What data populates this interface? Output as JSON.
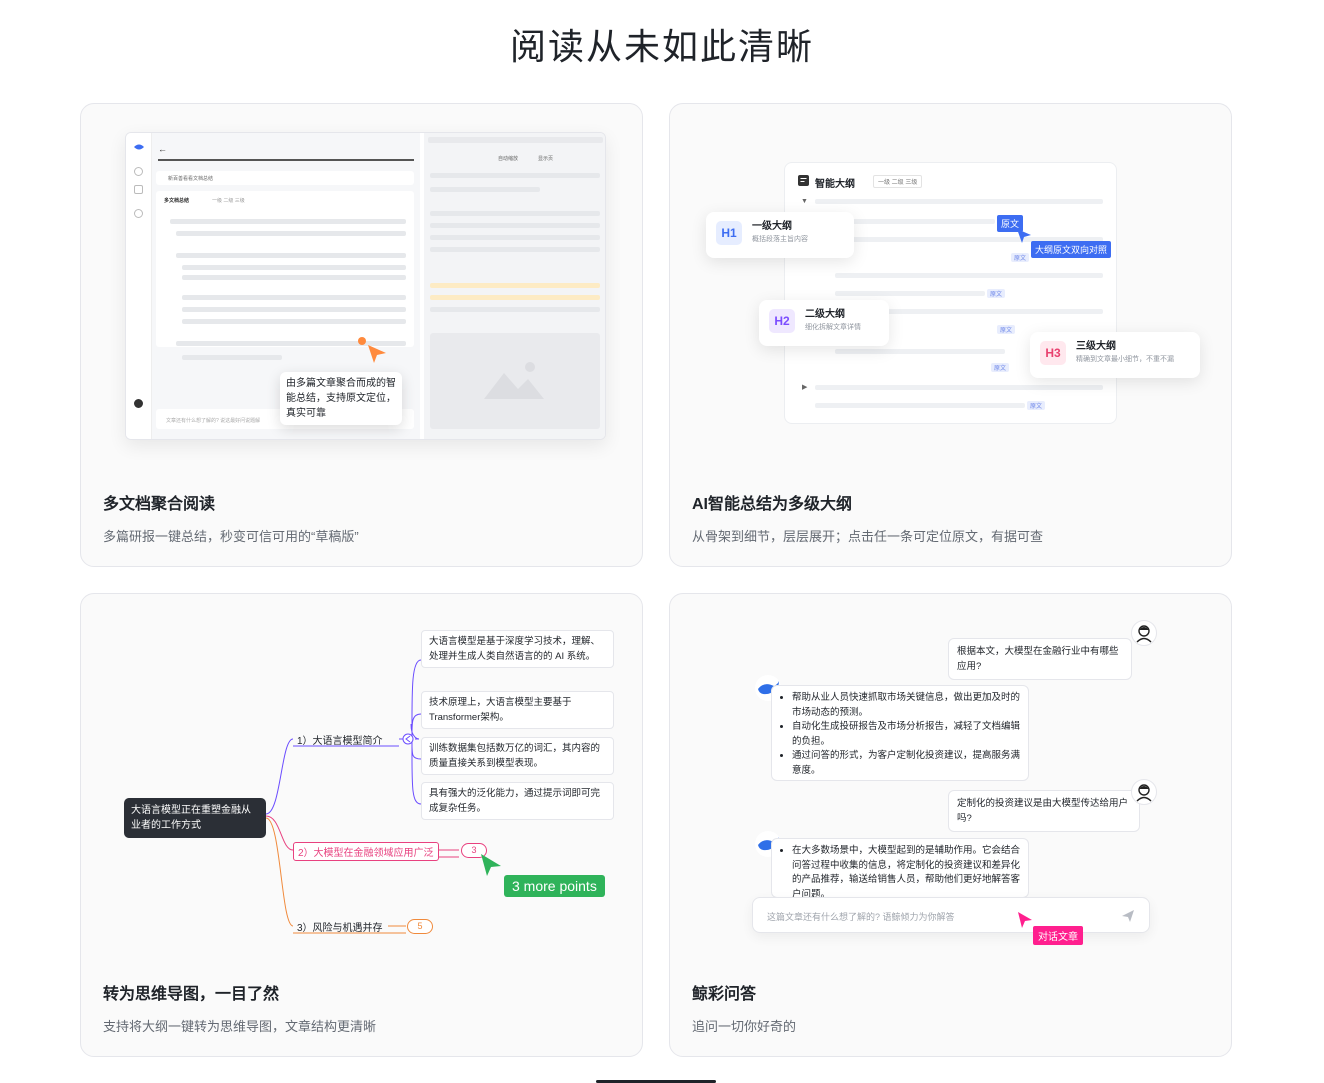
{
  "title": "阅读从未如此清晰",
  "cards": [
    {
      "title": "多文档聚合阅读",
      "desc": "多篇研报一键总结，秒变可信可用的“草稿版”",
      "tooltip": "由多篇文章聚合而成的智能总结，支持原文定位，真实可靠",
      "mock": {
        "doc_title": "新百善看看文档总结",
        "summary_label": "多文档总结",
        "levels": "一级  二级  三级",
        "input_placeholder": "文章还有什么想了解的? 说这最好问说题解",
        "toolbar_1": "自动缩放",
        "toolbar_2": "显示页"
      }
    },
    {
      "title": "AI智能总结为多级大纲",
      "desc": "从骨架到细节，层层展开；点击任一条可定位原文，有据可查",
      "outline_title": "智能大纲",
      "levels": "一级  二级  三级",
      "source_tag": "原文",
      "bidir_tag": "大纲原文双向对照",
      "headings": [
        {
          "badge": "H1",
          "name": "一级大纲",
          "sub": "概括段落主旨内容"
        },
        {
          "badge": "H2",
          "name": "二级大纲",
          "sub": "细化拆解文章详情"
        },
        {
          "badge": "H3",
          "name": "三级大纲",
          "sub": "精确到文章最小细节，不重不漏"
        }
      ],
      "colors": {
        "h1": "#3d6df2",
        "h2": "#7b4dff",
        "h3": "#e8416f"
      }
    },
    {
      "title": "转为思维导图，一目了然",
      "desc": "支持将大纲一键转为思维导图，文章结构更清晰",
      "root": "大语言模型正在重塑金融从业者的工作方式",
      "branches": [
        {
          "label": "1）大语言模型简介",
          "count": ""
        },
        {
          "label": "2）大模型在金融领域应用广泛",
          "count": "3"
        },
        {
          "label": "3）风险与机遇并存",
          "count": "5"
        }
      ],
      "leaves": [
        "大语言模型是基于深度学习技术，理解、处理并生成人类自然语言的的 AI 系统。",
        "技术原理上，大语言模型主要基于Transformer架构。",
        "训练数据集包括数万亿的词汇，其内容的质量直接关系到模型表现。",
        "具有强大的泛化能力，通过提示词即可完成复杂任务。"
      ],
      "more_points": "3 more points",
      "colors": {
        "b1": "#6b4dff",
        "b2": "#e8417f",
        "b3": "#f08a3c",
        "more": "#2fb35a"
      }
    },
    {
      "title": "鲸彩问答",
      "desc": "追问一切你好奇的",
      "q1": "根据本文，大模型在金融行业中有哪些应用?",
      "a1": [
        "帮助从业人员快速抓取市场关键信息，做出更加及时的市场动态的预测。",
        "自动化生成投研报告及市场分析报告，减轻了文档编辑的负担。",
        "通过问答的形式，为客户定制化投资建议，提高服务满意度。"
      ],
      "q2": "定制化的投资建议是由大模型传达给用户吗?",
      "a2": "在大多数场景中，大模型起到的是辅助作用。它会结合问答过程中收集的信息，将定制化的投资建议和差异化的产品推荐，输送给销售人员，帮助他们更好地解答客户问题。",
      "input_placeholder": "这篇文章还有什么想了解的? 语鲸倾力为你解答",
      "tag": "对话文章",
      "colors": {
        "tag": "#ff1f8e"
      }
    }
  ]
}
